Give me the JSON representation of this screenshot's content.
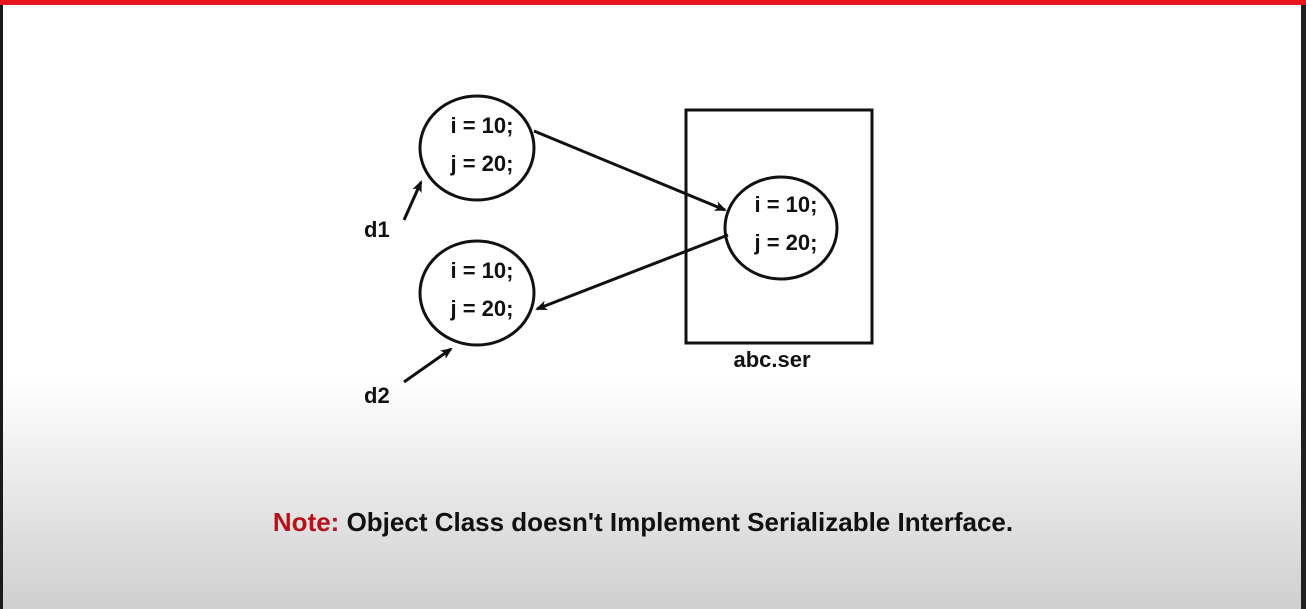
{
  "diagram": {
    "objects": [
      {
        "id": "d1_object",
        "line1": "i = 10;",
        "line2": "j = 20;"
      },
      {
        "id": "d2_object",
        "line1": "i = 10;",
        "line2": "j = 20;"
      },
      {
        "id": "file_object",
        "line1": "i = 10;",
        "line2": "j = 20;"
      }
    ],
    "references": {
      "d1": "d1",
      "d2": "d2"
    },
    "file_label": "abc.ser"
  },
  "note": {
    "label": "Note:",
    "text": " Object Class doesn't Implement Serializable Interface."
  },
  "colors": {
    "accent_bar": "#e8161c",
    "note_label": "#b5121b"
  }
}
